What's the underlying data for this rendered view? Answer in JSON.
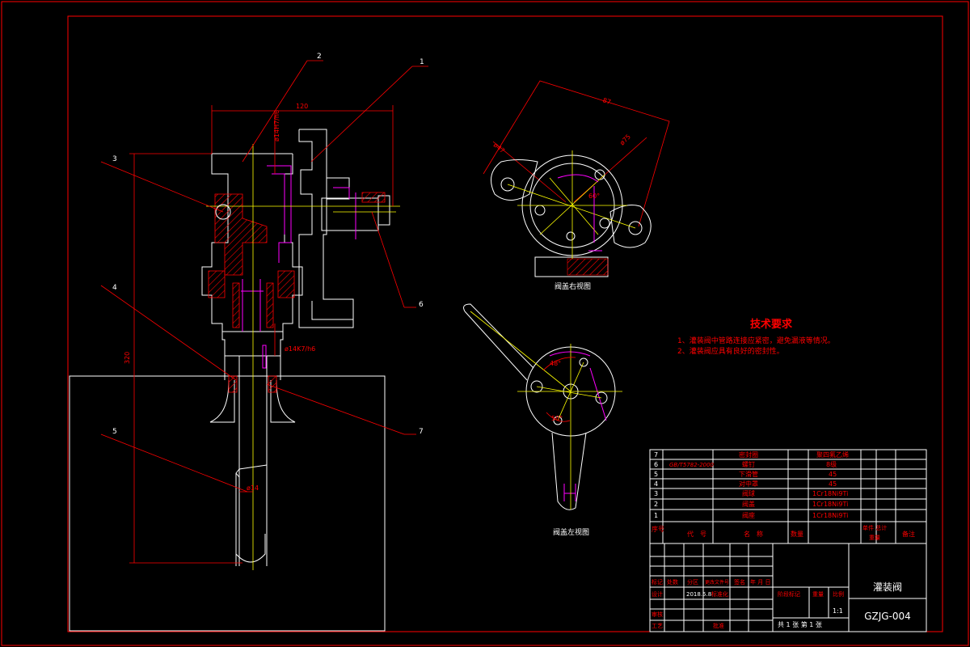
{
  "colors": {
    "background": "#000000",
    "frame": "#ff0000",
    "outline": "#ffffff",
    "centerline": "#ffff00",
    "hidden": "#ff00ff",
    "hatch": "#ff0000",
    "dimension": "#ff0000"
  },
  "balloons": [
    "1",
    "2",
    "3",
    "4",
    "5",
    "6",
    "7"
  ],
  "dimensions": {
    "width_top": "120",
    "height_left": "320",
    "fit_upper": "ø14H7/h6",
    "fit_lower": "ø14K7/h6",
    "shaft_dia": "ø14",
    "right_view_len": "87",
    "right_view_d1": "ø47",
    "right_view_d2": "ø75",
    "angle_a": "60°",
    "angle_b": "48°",
    "angle_c": "50°"
  },
  "view_labels": {
    "right_view": "阀盖右视图",
    "left_view": "阀盖左视图"
  },
  "tech_requirements": {
    "title": "技术要求",
    "items": [
      "1、灌装阀中管路连接应紧密，避免漏液等情况。",
      "2、灌装阀应具有良好的密封性。"
    ]
  },
  "bom": {
    "rows": [
      {
        "no": "7",
        "code": "",
        "name": "密封圈",
        "qty": "",
        "material": "聚四氟乙烯"
      },
      {
        "no": "6",
        "code": "GB/T5782-2000",
        "name": "螺钉",
        "qty": "",
        "material": "8级"
      },
      {
        "no": "5",
        "code": "",
        "name": "下滑管",
        "qty": "",
        "material": "45"
      },
      {
        "no": "4",
        "code": "",
        "name": "对中罩",
        "qty": "",
        "material": "45"
      },
      {
        "no": "3",
        "code": "",
        "name": "阀球",
        "qty": "",
        "material": "1Cr18Ni9Ti"
      },
      {
        "no": "2",
        "code": "",
        "name": "阀盖",
        "qty": "",
        "material": "1Cr18Ni9Ti"
      },
      {
        "no": "1",
        "code": "",
        "name": "阀座",
        "qty": "",
        "material": "1Cr18Ni9Ti"
      }
    ],
    "header": {
      "no": "序号",
      "code": "代　号",
      "name": "名　称",
      "qty": "数量",
      "unit_total": "单件 总计",
      "weight": "重量",
      "remark": "备注"
    }
  },
  "title_block": {
    "mark": "标记",
    "count": "处数",
    "zone": "分区",
    "change_doc": "更改文件号",
    "sign": "签名",
    "date": "年 月 日",
    "design": "设计",
    "design_date": "2018.5.8",
    "standard": "标准化",
    "review": "审核",
    "process": "工艺",
    "approve": "批准",
    "stage_mark": "阶段标记",
    "weight": "重量",
    "scale": "比例",
    "scale_value": "1:1",
    "sheets": "共 1 张 第 1 张",
    "drawing_name": "灌装阀",
    "drawing_no": "GZJG-004"
  }
}
